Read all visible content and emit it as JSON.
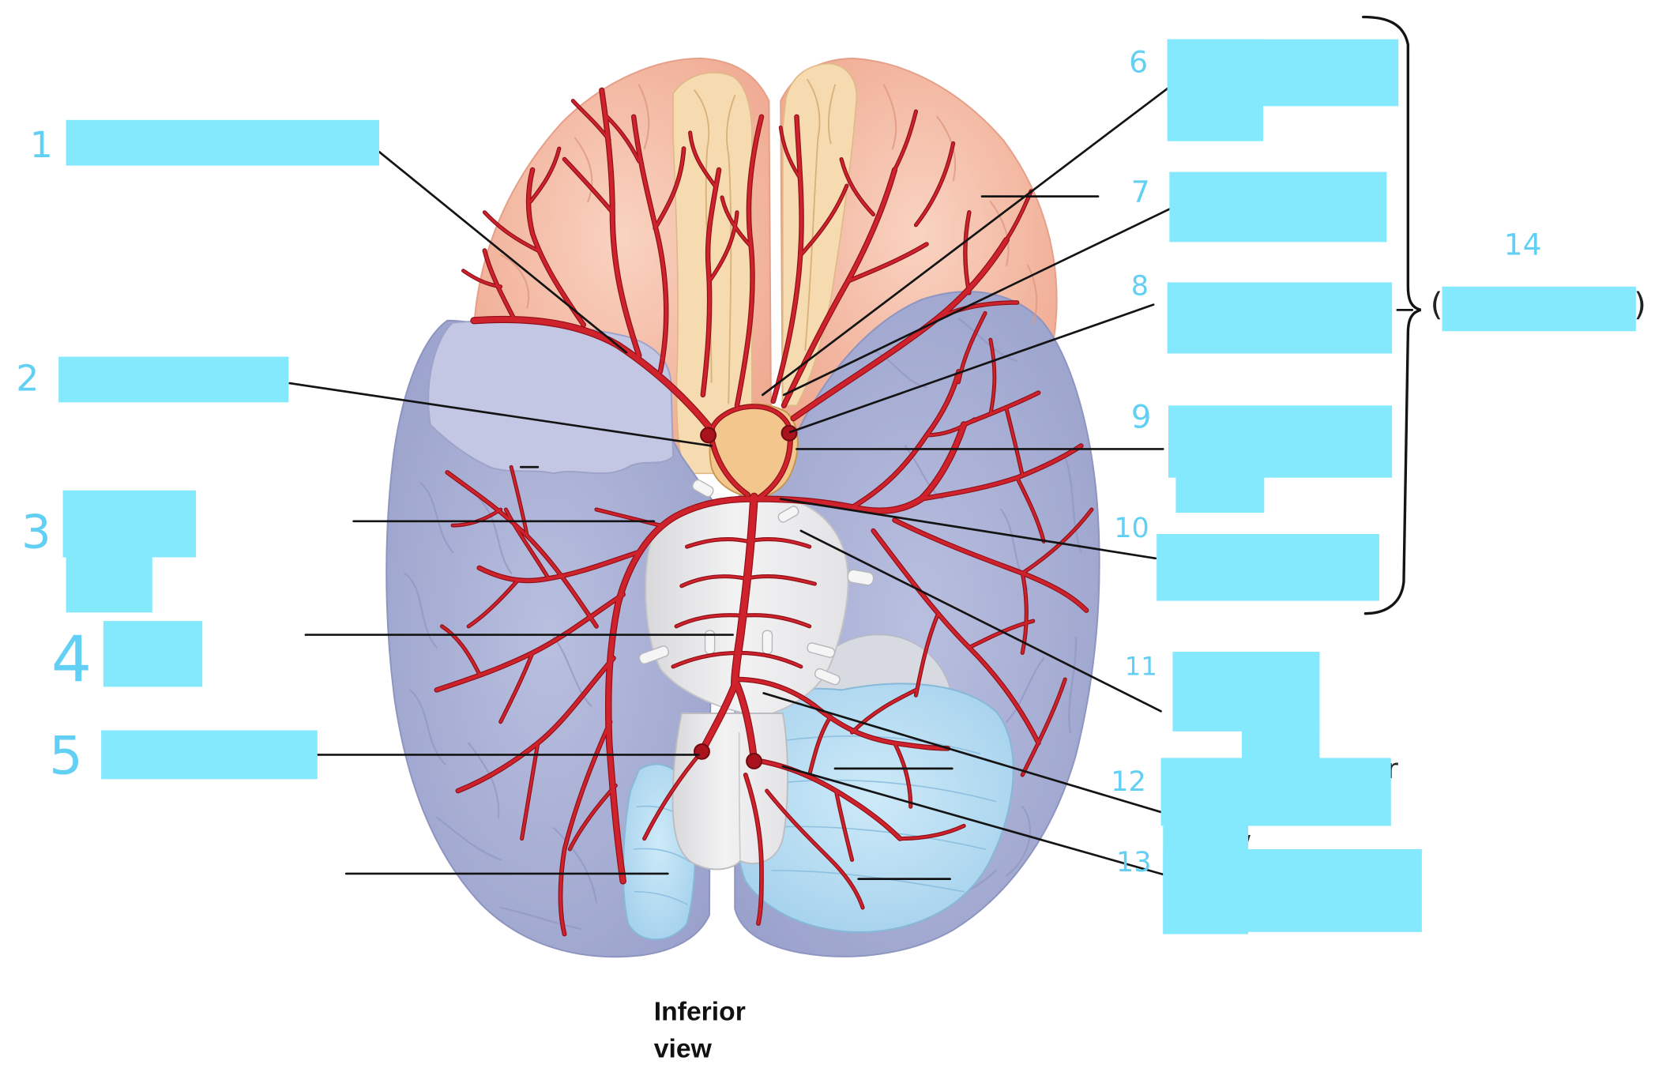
{
  "caption": {
    "line1": "Inferior",
    "line2": "view"
  },
  "number_labels": [
    "1",
    "2",
    "3",
    "4",
    "5",
    "6",
    "7",
    "8",
    "9",
    "10",
    "11",
    "12",
    "13",
    "14"
  ],
  "covered_text_fragments": [
    "(",
    ")",
    "r",
    "/"
  ],
  "colors": {
    "label_box": "#84e9fc",
    "number_ink": "#62d0f5",
    "artery": "#cf222c",
    "artery_outline": "#8f1118"
  }
}
